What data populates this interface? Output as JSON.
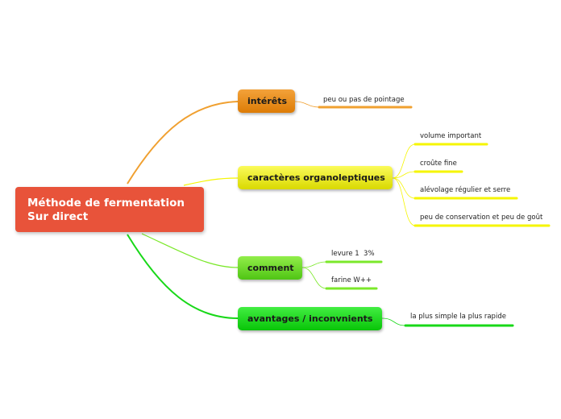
{
  "root": {
    "line1": "Méthode de fermentation",
    "line2": "Sur direct",
    "color": "#e8533a"
  },
  "branches": [
    {
      "label": "intérêts",
      "color": "#f0a030",
      "leaves": [
        "peu ou pas de pointage"
      ]
    },
    {
      "label": "caractères organoleptiques",
      "color": "#f5f500",
      "leaves": [
        "volume important",
        "croûte fine",
        "alévolage régulier et serre",
        "peu de conservation et peu de goût"
      ]
    },
    {
      "label": "comment",
      "color": "#7be82a",
      "leaves": [
        "levure 1  3%",
        "farine W++"
      ]
    },
    {
      "label": "avantages / inconvnients",
      "color": "#18d818",
      "leaves": [
        "la plus simple la plus rapide"
      ]
    }
  ]
}
